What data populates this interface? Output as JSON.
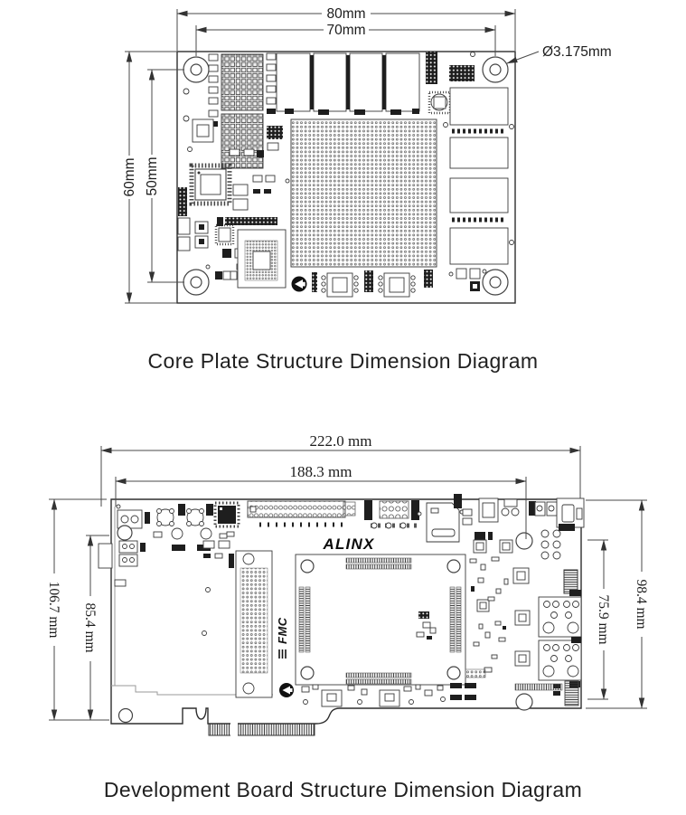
{
  "colors": {
    "ink": "#1c1c1c",
    "line": "#444444",
    "board_fill": "#ffffff",
    "component_black": "#1e1e1e"
  },
  "core_diagram": {
    "title": "Core Plate Structure Dimension Diagram",
    "dim_width_outer": "80mm",
    "dim_width_inner": "70mm",
    "dim_height_outer": "60mm",
    "dim_height_inner": "50mm",
    "hole_diameter": "Ø3.175mm"
  },
  "dev_diagram": {
    "title": "Development Board Structure Dimension Diagram",
    "brand": "ALINX",
    "fmc_label": "FMC",
    "dim_width_outer": "222.0 mm",
    "dim_width_inner": "188.3 mm",
    "dim_height_left_outer": "106.7 mm",
    "dim_height_left_inner": "85.4 mm",
    "dim_height_right_outer": "98.4 mm",
    "dim_height_right_inner": "75.9 mm"
  }
}
